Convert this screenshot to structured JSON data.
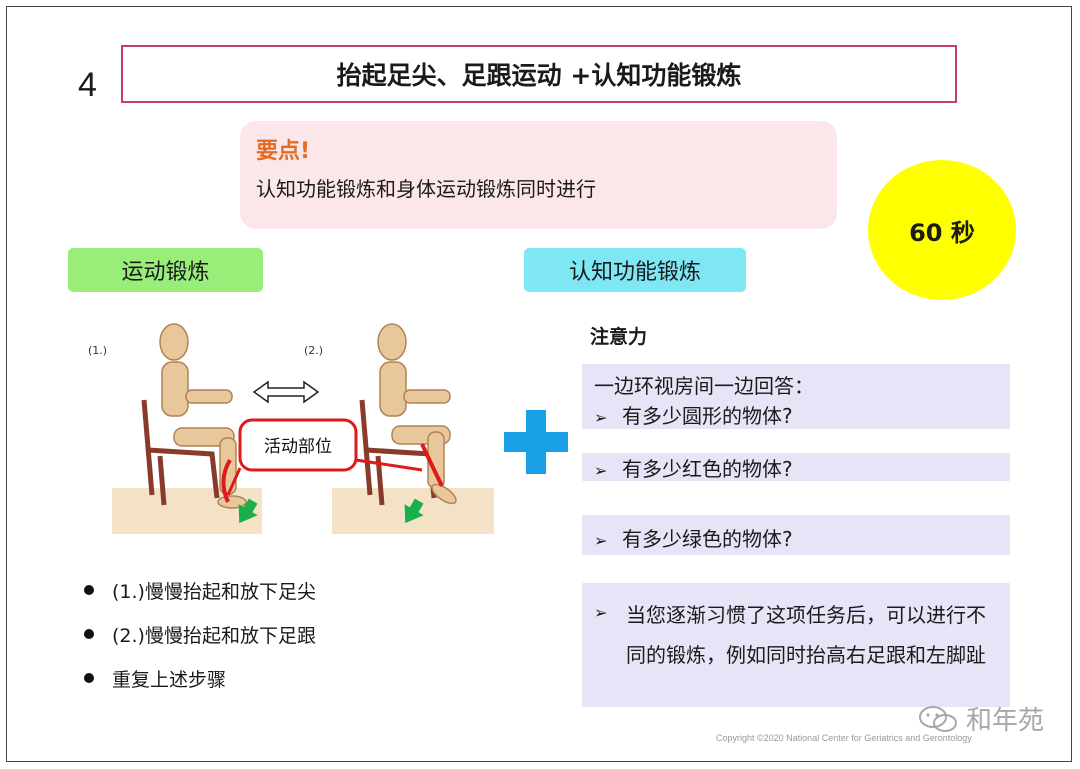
{
  "slide": {
    "number": "4",
    "title": "抬起足尖、足跟运动 +认知功能锻炼"
  },
  "key_points": {
    "title": "要点!",
    "text": "认知功能锻炼和身体运动锻炼同时进行"
  },
  "timer": "60 秒",
  "tags": {
    "exercise": "运动锻炼",
    "cognitive": "认知功能锻炼"
  },
  "illustration": {
    "label1": "(1.)",
    "label2": "(2.)",
    "callout": "活动部位",
    "colors": {
      "callout": "#e01a1a",
      "arrow": "#19b04b"
    }
  },
  "bullets": [
    "(1.)慢慢抬起和放下足尖",
    "(2.)慢慢抬起和放下足跟",
    "重复上述步骤"
  ],
  "attention": {
    "heading": "注意力",
    "intro": "一边环视房间一边回答：",
    "items": [
      "有多少圆形的物体?",
      "有多少红色的物体?",
      "有多少绿色的物体?"
    ],
    "note": "当您逐渐习惯了这项任务后，可以进行不同的锻炼，例如同时抬高右足跟和左脚趾"
  },
  "watermark": "和年苑",
  "copyright": "Copyright ©2020 National Center for Geriatrics and Gerontology",
  "colors": {
    "title_border": "#c43c6d",
    "key_bg": "#fbe7ea",
    "key_title": "#e86a1f",
    "timer_bg": "#ffff00",
    "tag_green": "#99ee7a",
    "tag_cyan": "#7fe6f4",
    "panel_bg": "#e8e4f7",
    "plus": "#1aa0e6"
  }
}
